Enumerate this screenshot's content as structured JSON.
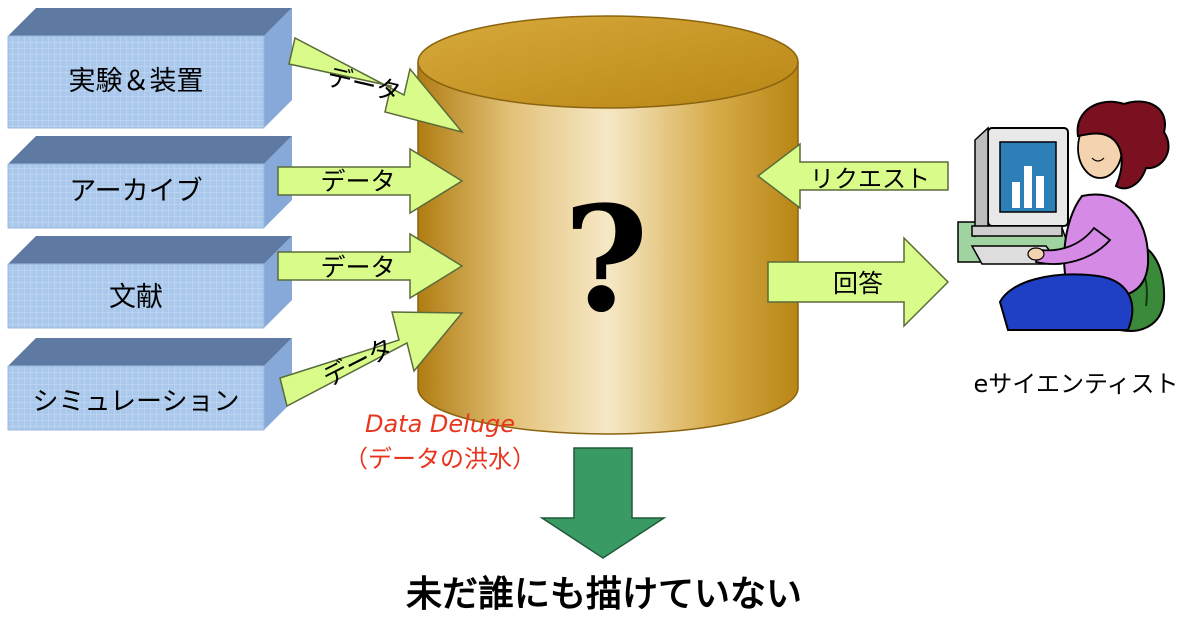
{
  "sources": [
    {
      "label": "実験＆装置"
    },
    {
      "label": "アーカイブ"
    },
    {
      "label": "文献"
    },
    {
      "label": "シミュレーション"
    }
  ],
  "data_arrow_label": "データ",
  "center_symbol": "?",
  "deluge": {
    "title": "Data Deluge",
    "subtitle": "（データの洪水）"
  },
  "request_label": "リクエスト",
  "answer_label": "回答",
  "scientist_caption": "eサイエンティスト",
  "conclusion": "未だ誰にも描けていない",
  "colors": {
    "box_front": "#a9c8ec",
    "box_top": "#5e7aa2",
    "box_side": "#86a9d9",
    "arrow_fill": "#d8fb8a",
    "deluge_text": "#e8361e",
    "down_arrow": "#3a9a63",
    "cylinder_gold": "#c79a1e"
  }
}
